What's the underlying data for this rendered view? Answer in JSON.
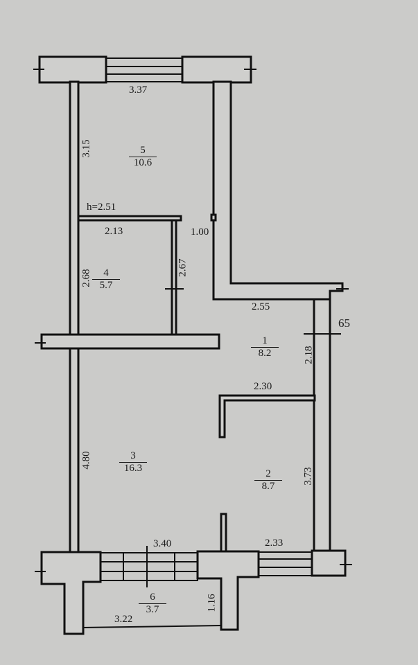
{
  "rooms": [
    {
      "number": "5",
      "area": "10.6"
    },
    {
      "number": "4",
      "area": "5.7"
    },
    {
      "number": "1",
      "area": "8.2"
    },
    {
      "number": "3",
      "area": "16.3"
    },
    {
      "number": "2",
      "area": "8.7"
    },
    {
      "number": "6",
      "area": "3.7"
    }
  ],
  "dimensions": {
    "d337": "3.37",
    "d315": "3.15",
    "h": "h=2.51",
    "d213": "2.13",
    "d100": "1.00",
    "d268": "2.68",
    "d267": "2.67",
    "d255": "2.55",
    "d65": "65",
    "d218": "2.18",
    "d230": "2.30",
    "d480": "4.80",
    "d373": "3.73",
    "d340": "3.40",
    "d233": "2.33",
    "d116": "1.16",
    "d322": "3.22"
  }
}
